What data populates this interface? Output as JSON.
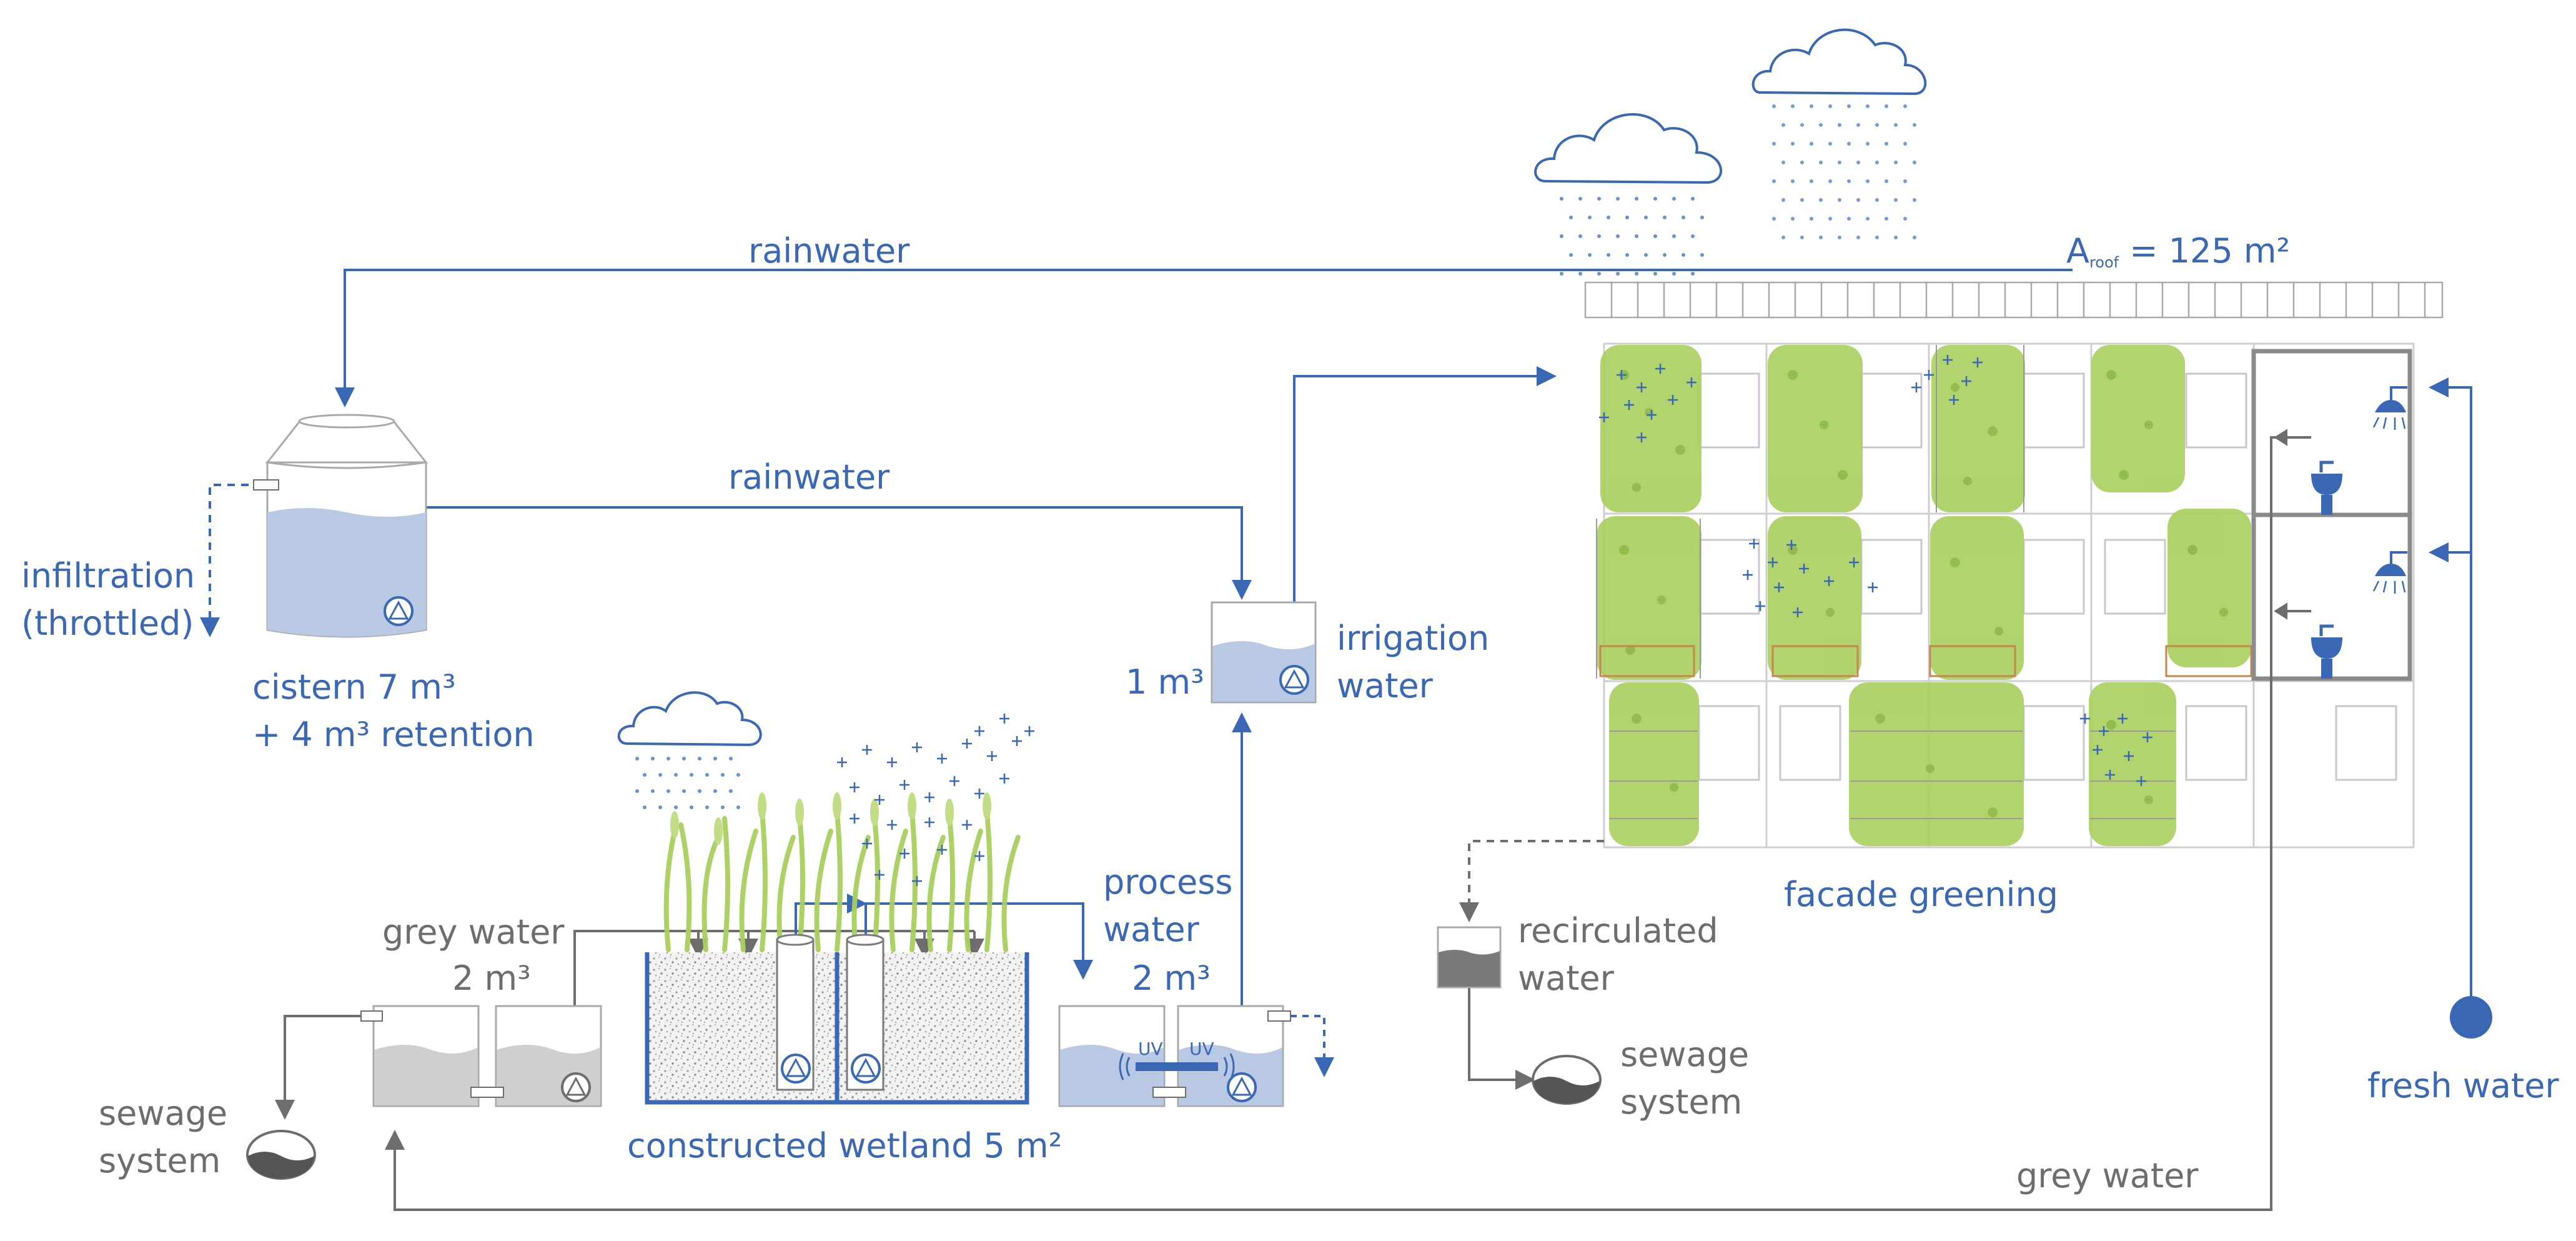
{
  "labels": {
    "rainwater_top": "rainwater",
    "rainwater_mid": "rainwater",
    "roof_area_prefix": "A",
    "roof_area_sub": "roof",
    "roof_area_suffix": " = 125 m²",
    "infiltration_1": "infiltration",
    "infiltration_2": "(throttled)",
    "cistern_1": "cistern 7 m³",
    "cistern_2": "+ 4 m³ retention",
    "irrigation_volume": "1 m³",
    "irrigation_1": "irrigation",
    "irrigation_2": "water",
    "grey_water_tank_1": "grey water",
    "grey_water_tank_2": "2 m³",
    "process_water_1": "process",
    "process_water_2": "water",
    "process_water_3": "2 m³",
    "uv_1": "UV",
    "uv_2": "UV",
    "wetland": "constructed wetland 5 m²",
    "sewage_left_1": "sewage",
    "sewage_left_2": "system",
    "recirculated_1": "recirculated",
    "recirculated_2": "water",
    "sewage_right_1": "sewage",
    "sewage_right_2": "system",
    "facade_greening": "facade greening",
    "grey_water_bottom": "grey water",
    "fresh_water": "fresh water"
  },
  "colors": {
    "blue": "#3a68b5",
    "light_blue_water": "#b9c8e3",
    "grey_line": "#6d6d6d",
    "grey_water": "#cfcfcf",
    "green_plants": "#a9cf5e",
    "planter_box": "#c8864f",
    "dark_grey": "#555555"
  },
  "icons": [
    "cloud-icon",
    "rain-icon",
    "pump-icon",
    "shower-icon",
    "sink-icon",
    "sewage-icon",
    "fresh-water-source-icon",
    "uv-lamp-icon"
  ]
}
